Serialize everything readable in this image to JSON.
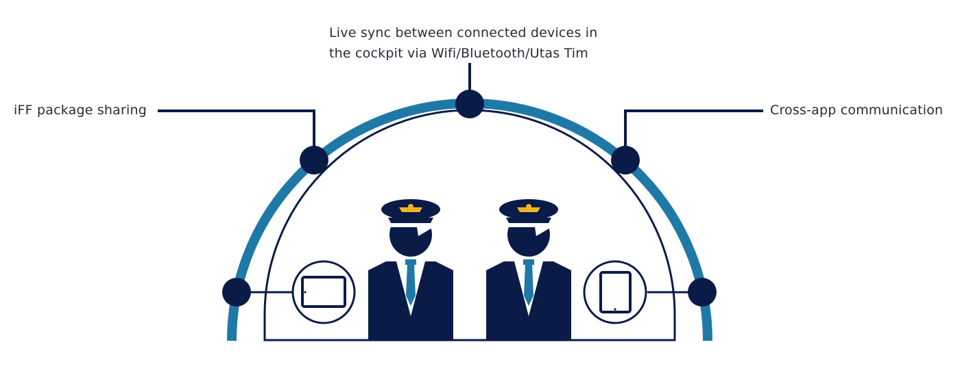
{
  "labels": {
    "top": "Live sync between connected devices in the cockpit via Wifi/Bluetooth/Utas Tim",
    "left": "iFF package sharing",
    "right": "Cross-app communication"
  },
  "colors": {
    "navy": "#0a1b47",
    "arc_blue": "#1f79a6",
    "gold": "#f0b323",
    "tie_blue": "#1f79a6",
    "text": "#2a2a3a"
  },
  "icons": {
    "left_device": "tablet-landscape-icon",
    "right_device": "tablet-portrait-icon",
    "pilots": "pilot-icon"
  }
}
